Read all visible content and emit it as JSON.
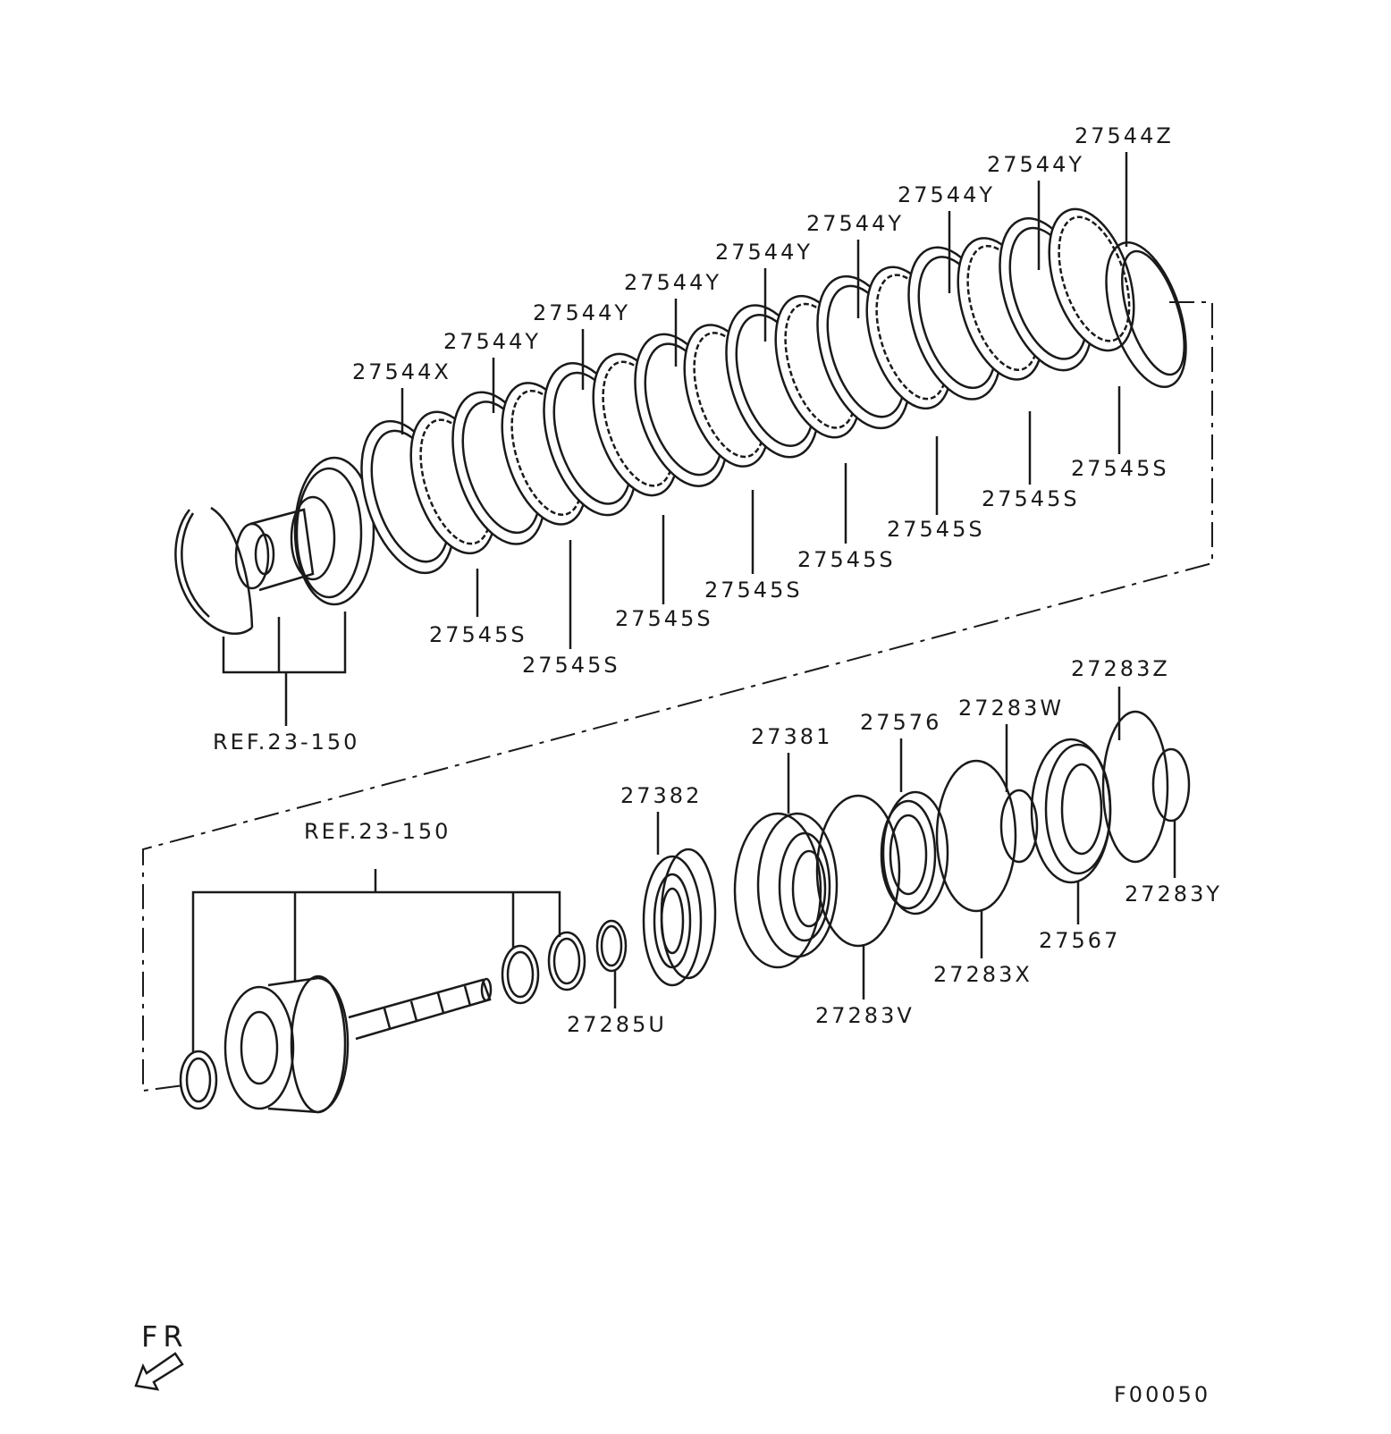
{
  "diagram_code": "F00050",
  "direction_label": "FR",
  "ref_labels": {
    "upper": "REF.23-150",
    "lower": "REF.23-150"
  },
  "parts": {
    "p27544x": "27544X",
    "p27544y_1": "27544Y",
    "p27544y_2": "27544Y",
    "p27544y_3": "27544Y",
    "p27544y_4": "27544Y",
    "p27544y_5": "27544Y",
    "p27544y_6": "27544Y",
    "p27544y_7": "27544Y",
    "p27544z": "27544Z",
    "p27545s_1": "27545S",
    "p27545s_2": "27545S",
    "p27545s_3": "27545S",
    "p27545s_4": "27545S",
    "p27545s_5": "27545S",
    "p27545s_6": "27545S",
    "p27545s_7": "27545S",
    "p27545s_8": "27545S",
    "p27382": "27382",
    "p27381": "27381",
    "p27576": "27576",
    "p27283w": "27283W",
    "p27283z": "27283Z",
    "p27283y": "27283Y",
    "p27567": "27567",
    "p27283x": "27283X",
    "p27283v": "27283V",
    "p27285u": "27285U"
  }
}
